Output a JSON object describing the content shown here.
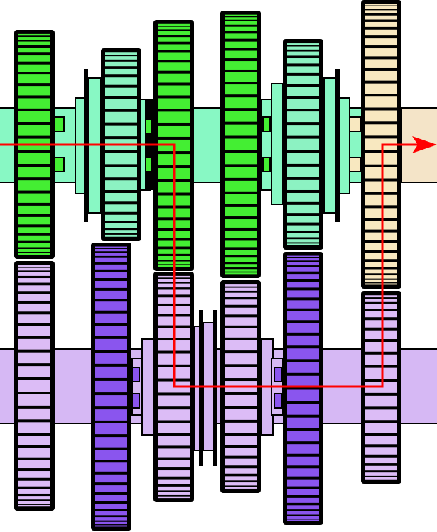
{
  "colors": {
    "upper_shaft": "#88f8c4",
    "lower_shaft": "#d6b8f4",
    "output_shaft": "#f4e4c8",
    "drive_gear": "#44ee33",
    "free_gear_upper": "#8cf2c2",
    "output_gear": "#f8e8c0",
    "lower_gear": "#dcbcf6",
    "lower_gear_dark": "#8a55ee",
    "outline": "#000000",
    "power_path": "#ff0000"
  },
  "gears": [
    {
      "name": "gear-upper-1",
      "shaft": "upper",
      "kind": "drive_gear"
    },
    {
      "name": "gear-upper-2",
      "shaft": "upper",
      "kind": "free_gear_upper"
    },
    {
      "name": "gear-upper-3",
      "shaft": "upper",
      "kind": "drive_gear"
    },
    {
      "name": "gear-upper-4",
      "shaft": "upper",
      "kind": "drive_gear"
    },
    {
      "name": "gear-upper-5",
      "shaft": "upper",
      "kind": "free_gear_upper"
    },
    {
      "name": "gear-upper-6",
      "shaft": "upper",
      "kind": "output_gear"
    },
    {
      "name": "gear-lower-1",
      "shaft": "lower",
      "kind": "lower_gear"
    },
    {
      "name": "gear-lower-2",
      "shaft": "lower",
      "kind": "lower_gear_dark"
    },
    {
      "name": "gear-lower-3",
      "shaft": "lower",
      "kind": "lower_gear"
    },
    {
      "name": "gear-lower-4",
      "shaft": "lower",
      "kind": "lower_gear"
    },
    {
      "name": "gear-lower-5",
      "shaft": "lower",
      "kind": "lower_gear_dark"
    },
    {
      "name": "gear-lower-6",
      "shaft": "lower",
      "kind": "lower_gear"
    }
  ]
}
